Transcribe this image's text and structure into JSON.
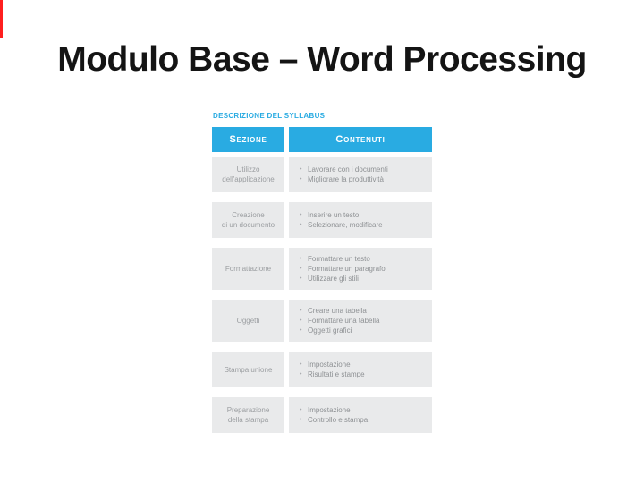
{
  "slide": {
    "title": "Modulo Base – Word Processing"
  },
  "colors": {
    "accent": "#29ABE2",
    "cell-bg": "#E9EAEB",
    "red-mark": "#FF1F1F",
    "header-text": "#FFFFFF",
    "section-text": "#9B9EA1",
    "body-text": "#8E9194",
    "title-text": "#141414"
  },
  "syllabus": {
    "caption": "DESCRIZIONE DEL SYLLABUS",
    "columns": [
      {
        "label": "Sezione"
      },
      {
        "label": "Contenuti"
      }
    ],
    "rows": [
      {
        "section_lines": [
          "Utilizzo",
          "dell'applicazione"
        ],
        "items": [
          "Lavorare con i documenti",
          "Migliorare la produttività"
        ]
      },
      {
        "section_lines": [
          "Creazione",
          "di un documento"
        ],
        "items": [
          "Inserire un testo",
          "Selezionare, modificare"
        ]
      },
      {
        "section_lines": [
          "Formattazione"
        ],
        "items": [
          "Formattare un testo",
          "Formattare un paragrafo",
          "Utilizzare gli stili"
        ]
      },
      {
        "section_lines": [
          "Oggetti"
        ],
        "items": [
          "Creare una tabella",
          "Formattare una tabella",
          "Oggetti grafici"
        ]
      },
      {
        "section_lines": [
          "Stampa unione"
        ],
        "items": [
          "Impostazione",
          "Risultati e stampe"
        ]
      },
      {
        "section_lines": [
          "Preparazione",
          "della stampa"
        ],
        "items": [
          "Impostazione",
          "Controllo e stampa"
        ]
      }
    ]
  }
}
